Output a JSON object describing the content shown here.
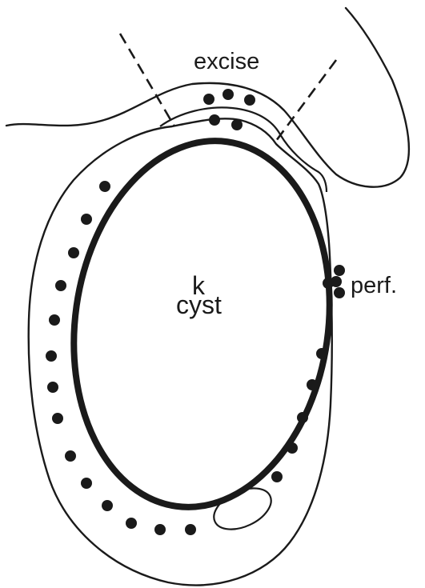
{
  "labels": {
    "excise": "excise",
    "cyst_letter": "k",
    "cyst_word": "cyst",
    "perf": "perf."
  },
  "colors": {
    "ink": "#1a1a1a",
    "background": "#ffffff"
  }
}
